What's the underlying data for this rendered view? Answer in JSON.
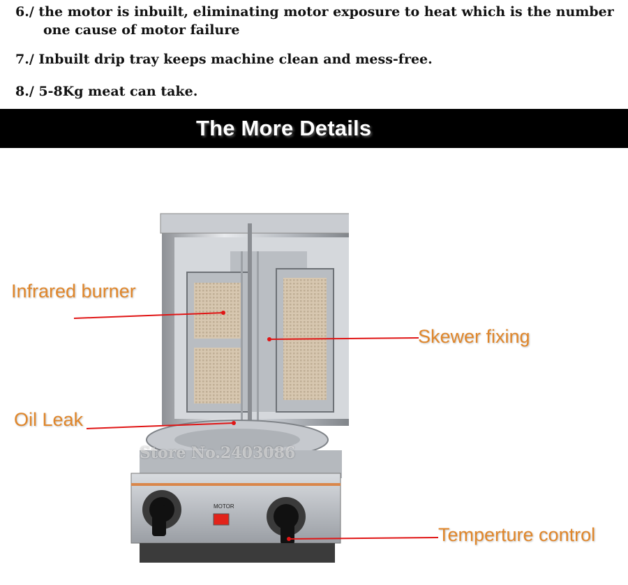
{
  "bullets": [
    {
      "num": "6./",
      "line1": "the motor is inbuilt, eliminating motor exposure to heat which is the number",
      "line2": "one cause of motor failure"
    },
    {
      "num": "7./",
      "text": "Inbuilt drip tray keeps machine clean and mess-free."
    },
    {
      "num": "8./",
      "text": "5-8Kg meat can take."
    }
  ],
  "banner": {
    "title": "The More Details"
  },
  "labels": {
    "infrared_burner": "Infrared burner",
    "skewer_fixing": "Skewer fixing",
    "oil_leak": "Oil Leak",
    "temperature_control": "Temperture control"
  },
  "product": {
    "motor_label": "MOTOR",
    "watermark": "Store No.2403086"
  },
  "colors": {
    "label": "#e0862a",
    "leader": "#e01515",
    "banner": "#000000"
  }
}
